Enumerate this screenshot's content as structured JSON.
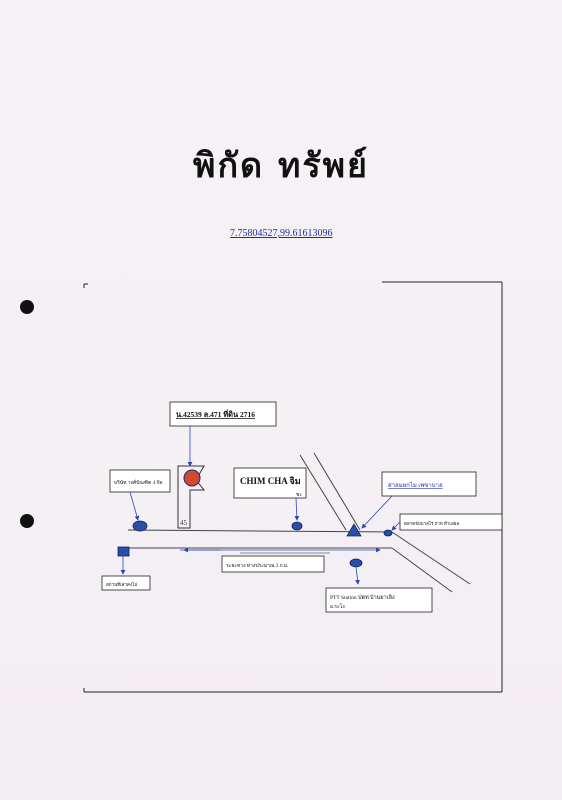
{
  "title": "พิกัด ทรัพย์",
  "coordinates": "7.75804527,99.61613096",
  "map": {
    "land_label": "น.42539 ล.471 ที่ดิน 2716",
    "company_label": "บริษัท วงศ์บัณฑิต 4 กัด",
    "chim_cha_label": "CHIM CHA จิม",
    "chim_cha_sub": "ชะ",
    "hospital_label": "สาลมยกไม เพขาบาล",
    "right_shop_label": "ตลาดจับบาลไร่ ถาห ท้าเลยล",
    "distance_label": "ระยะทาง ห่างประมาณ 3 ก.ม.",
    "ptt_label": "PTT Station ปตท.บ้านยาเลิง",
    "ptt_sub": "อ.ระโง",
    "left_bottom_label": "สถานทีเสาคงไม่",
    "parcel_mark": "45"
  },
  "colors": {
    "marker_red": "#d24a2e",
    "marker_blue": "#2a4fa8",
    "arrow": "#2746b8",
    "ink": "#222222"
  }
}
